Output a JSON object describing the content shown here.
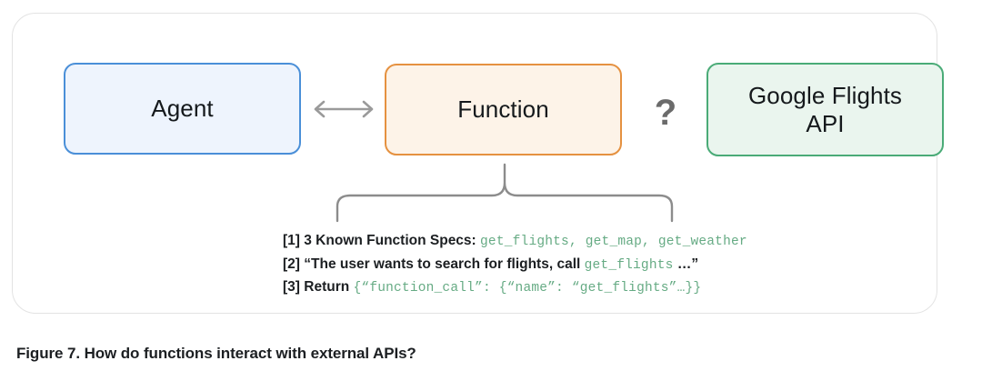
{
  "figure": {
    "caption": "Figure 7. How do functions interact with external APIs?",
    "card_border_color": "#e3e3e3"
  },
  "nodes": [
    {
      "id": "agent",
      "label": "Agent",
      "border_color": "#4a8fd8",
      "fill_color": "#eef4fd"
    },
    {
      "id": "function",
      "label": "Function",
      "border_color": "#e59140",
      "fill_color": "#fdf3e8"
    },
    {
      "id": "api",
      "label": "Google Flights\nAPI",
      "label_line_1": "Google Flights",
      "label_line_2": "API",
      "border_color": "#4aab77",
      "fill_color": "#eaf5ee"
    }
  ],
  "connectors": {
    "agent_function_arrow": "double-headed-arrow",
    "function_api_marker": "?",
    "marker_color": "#6b6b6b",
    "brace": "curly-brace-up"
  },
  "annotations": {
    "code_color": "#66ab84",
    "lines": [
      {
        "label": "[1]",
        "segments": [
          {
            "kind": "text",
            "value": " 3 Known Function Specs: "
          },
          {
            "kind": "code",
            "value": "get_flights, get_map, get_weather"
          }
        ]
      },
      {
        "label": "[2]",
        "segments": [
          {
            "kind": "text",
            "value": " “The user wants to search for flights, call "
          },
          {
            "kind": "code",
            "value": "get_flights"
          },
          {
            "kind": "text",
            "value": " …”"
          }
        ]
      },
      {
        "label": "[3]",
        "segments": [
          {
            "kind": "text",
            "value": " Return "
          },
          {
            "kind": "code",
            "value": "{“function_call”: {“name”: “get_flights”…}}"
          }
        ]
      }
    ]
  }
}
